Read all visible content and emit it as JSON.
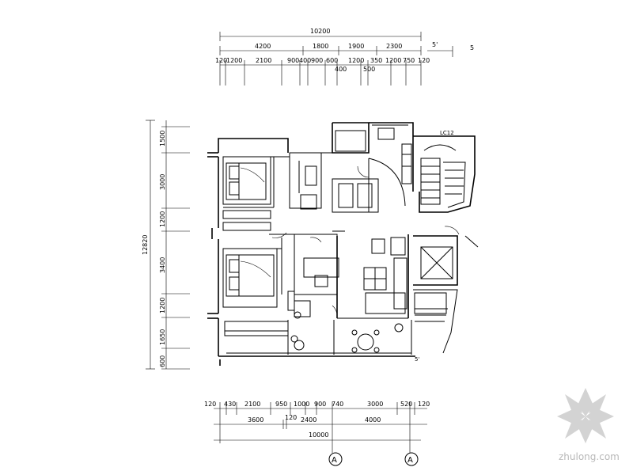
{
  "top_dims": {
    "overall": "10200",
    "row2": [
      "4200",
      "1800",
      "1900",
      "2300"
    ],
    "row3": [
      "120",
      "1200",
      "2100",
      "900",
      "400",
      "900",
      "600",
      "1200",
      "350",
      "1200",
      "750",
      "120"
    ],
    "row3_sub": [
      "400",
      "500"
    ],
    "side_marks": [
      "5'",
      "5"
    ]
  },
  "left_dims": {
    "overall": "12820",
    "segments": [
      "1500",
      "3000",
      "1200",
      "3400",
      "1200",
      "1650",
      "600"
    ]
  },
  "bottom_dims": {
    "row1": [
      "120",
      "430",
      "2100",
      "950",
      "1000",
      "900",
      "740",
      "3000",
      "520",
      "120"
    ],
    "row2": [
      "3600",
      "120",
      "2400",
      "4000"
    ],
    "overall": "10000"
  },
  "axes": [
    "A",
    "A"
  ],
  "labels": {
    "lc12": "LC12",
    "mark_5": "5'"
  },
  "watermark": {
    "text": "zhulong.com",
    "color": "#bdbdbd"
  }
}
